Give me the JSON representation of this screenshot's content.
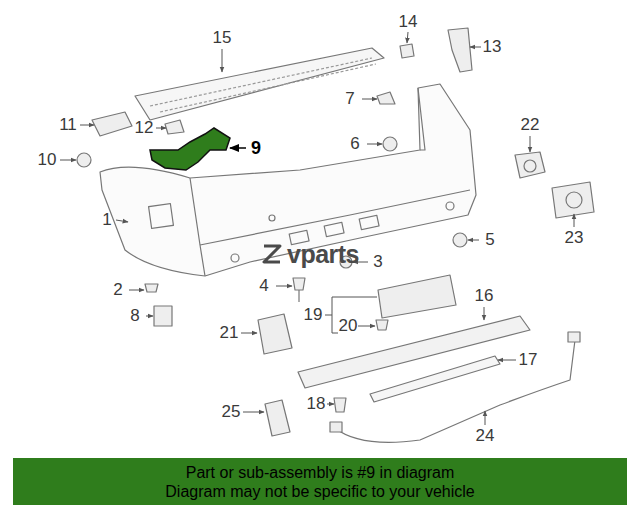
{
  "diagram": {
    "nodes": [
      {
        "text": [
          "Part or sub-assembly is #9 in diagram",
          "Diagram may not be specific to your vehicle"
        ]
      }
    ],
    "labels": [
      "15",
      "14",
      "13",
      "11",
      "12",
      "9",
      "7",
      "6",
      "22",
      "10",
      "1",
      "5",
      "23",
      "3",
      "2",
      "4",
      "16",
      "8",
      "19",
      "20",
      "21",
      "17",
      "18",
      "25",
      "24",
      "vparts"
    ]
  }
}
